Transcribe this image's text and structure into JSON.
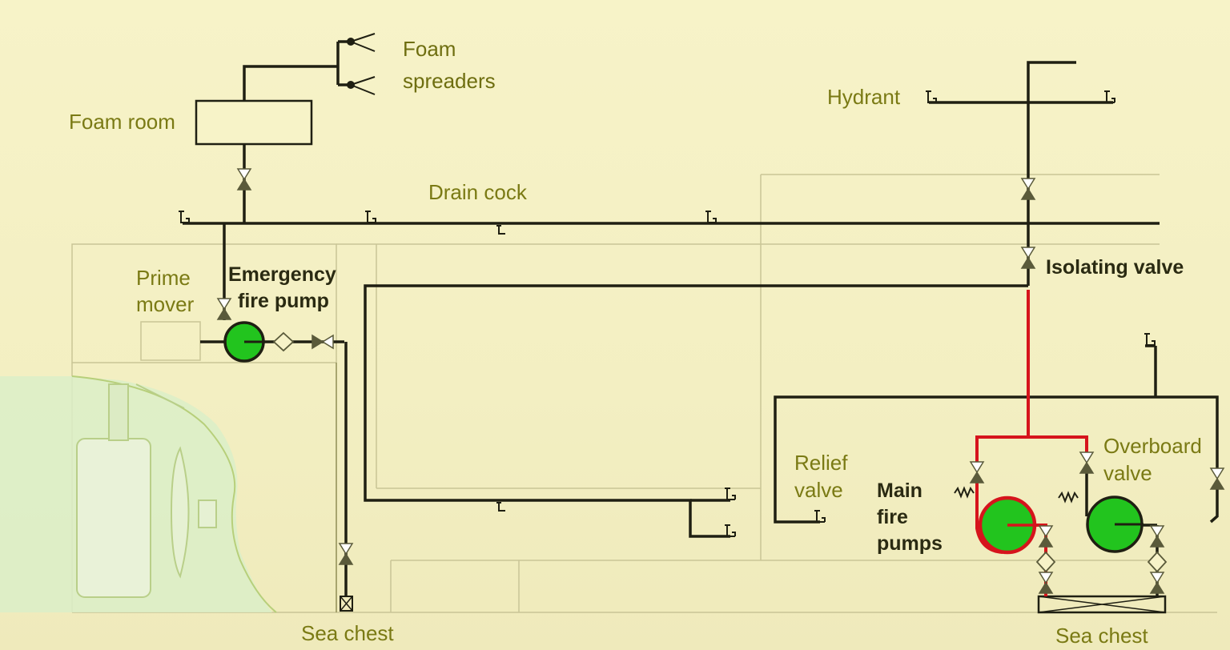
{
  "labels": {
    "foam_spreaders_line1": "Foam",
    "foam_spreaders_line2": "spreaders",
    "foam_room": "Foam room",
    "hydrant": "Hydrant",
    "drain_cock": "Drain cock",
    "isolating_valve": "Isolating valve",
    "prime_mover_line1": "Prime",
    "prime_mover_line2": "mover",
    "emergency_fire_pump_line1": "Emergency",
    "emergency_fire_pump_line2": "fire pump",
    "relief_valve_line1": "Relief",
    "relief_valve_line2": "valve",
    "main_fire_pumps_line1": "Main",
    "main_fire_pumps_line2": "fire",
    "main_fire_pumps_line3": "pumps",
    "overboard_valve_line1": "Overboard",
    "overboard_valve_line2": "valve",
    "sea_chest_left": "Sea chest",
    "sea_chest_right": "Sea chest"
  },
  "colors": {
    "background": "#f5f1c4",
    "pipe": "#1f1f12",
    "pressurized_pipe": "#d6141c",
    "pump_fill": "#22c41e",
    "label": "#7a7a14",
    "label_bold": "#2a2a12"
  },
  "icons": {
    "pump": "centrifugal-pump-icon",
    "valve": "globe-valve-icon",
    "drain": "drain-cock-icon",
    "strainer": "strainer-icon"
  }
}
